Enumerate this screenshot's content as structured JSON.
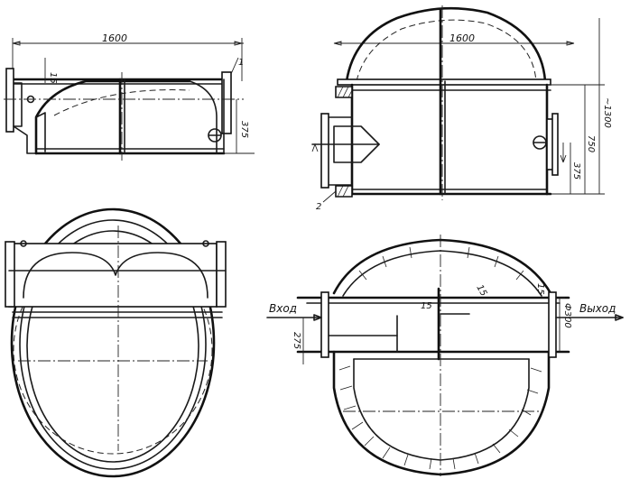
{
  "drawing": {
    "side_view_left": {
      "length_label": "1600",
      "wall_label": "15",
      "height_label": "375",
      "part_label": "1"
    },
    "side_view_right": {
      "length_label": "1600",
      "total_height_label": "~1300",
      "mid_height_label": "750",
      "low_height_label": "375",
      "part_label": "2"
    },
    "plan_view_right": {
      "inlet_label": "Вход",
      "outlet_label": "Выход",
      "wall_label_a": "15",
      "wall_label_b": "15",
      "wall_label_c": "15",
      "diameter_label": "Ф300",
      "offset_label": "275"
    }
  }
}
